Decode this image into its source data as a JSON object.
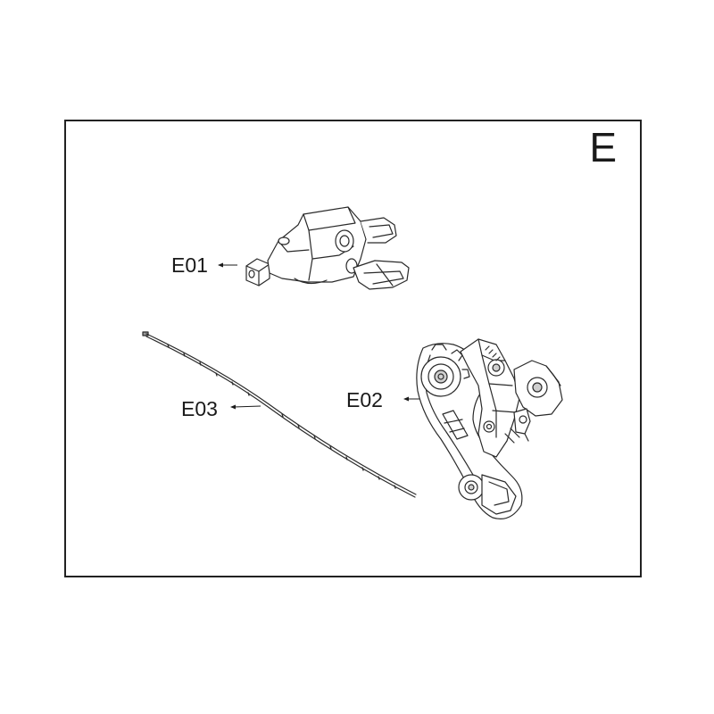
{
  "section": {
    "letter": "E"
  },
  "callouts": {
    "e01": "E01",
    "e02": "E02",
    "e03": "E03"
  },
  "parts": {
    "e01_icon": "shifter-icon",
    "e02_icon": "rear-derailleur-icon",
    "e03_icon": "shift-cable-icon"
  }
}
